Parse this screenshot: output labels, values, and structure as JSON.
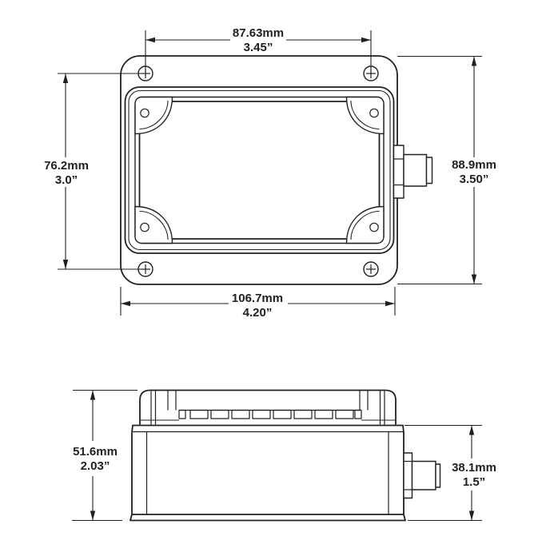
{
  "drawing": {
    "colors": {
      "line": "#231f20",
      "background": "#ffffff"
    },
    "top_view": {
      "dim_top": {
        "mm": "87.63mm",
        "inch": "3.45”"
      },
      "dim_left": {
        "mm": "76.2mm",
        "inch": "3.0”"
      },
      "dim_right": {
        "mm": "88.9mm",
        "inch": "3.50”"
      },
      "dim_bottom": {
        "mm": "106.7mm",
        "inch": "4.20”"
      }
    },
    "side_view": {
      "dim_left": {
        "mm": "51.6mm",
        "inch": "2.03”"
      },
      "dim_right": {
        "mm": "38.1mm",
        "inch": "1.5”"
      }
    }
  }
}
